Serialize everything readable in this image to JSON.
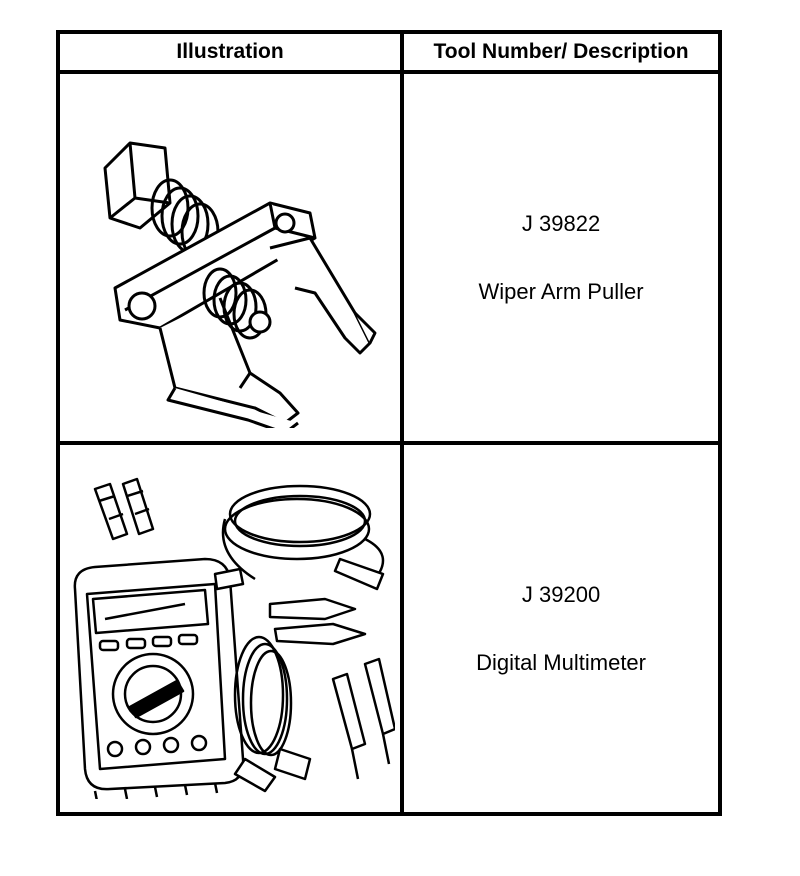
{
  "table": {
    "headers": {
      "illustration": "Illustration",
      "description": "Tool Number/ Description"
    },
    "rows": [
      {
        "tool_number": "J 39822",
        "tool_name": "Wiper Arm Puller",
        "illustration_icon": "wiper-arm-puller-icon"
      },
      {
        "tool_number": "J 39200",
        "tool_name": "Digital Multimeter",
        "illustration_icon": "digital-multimeter-icon"
      }
    ]
  }
}
